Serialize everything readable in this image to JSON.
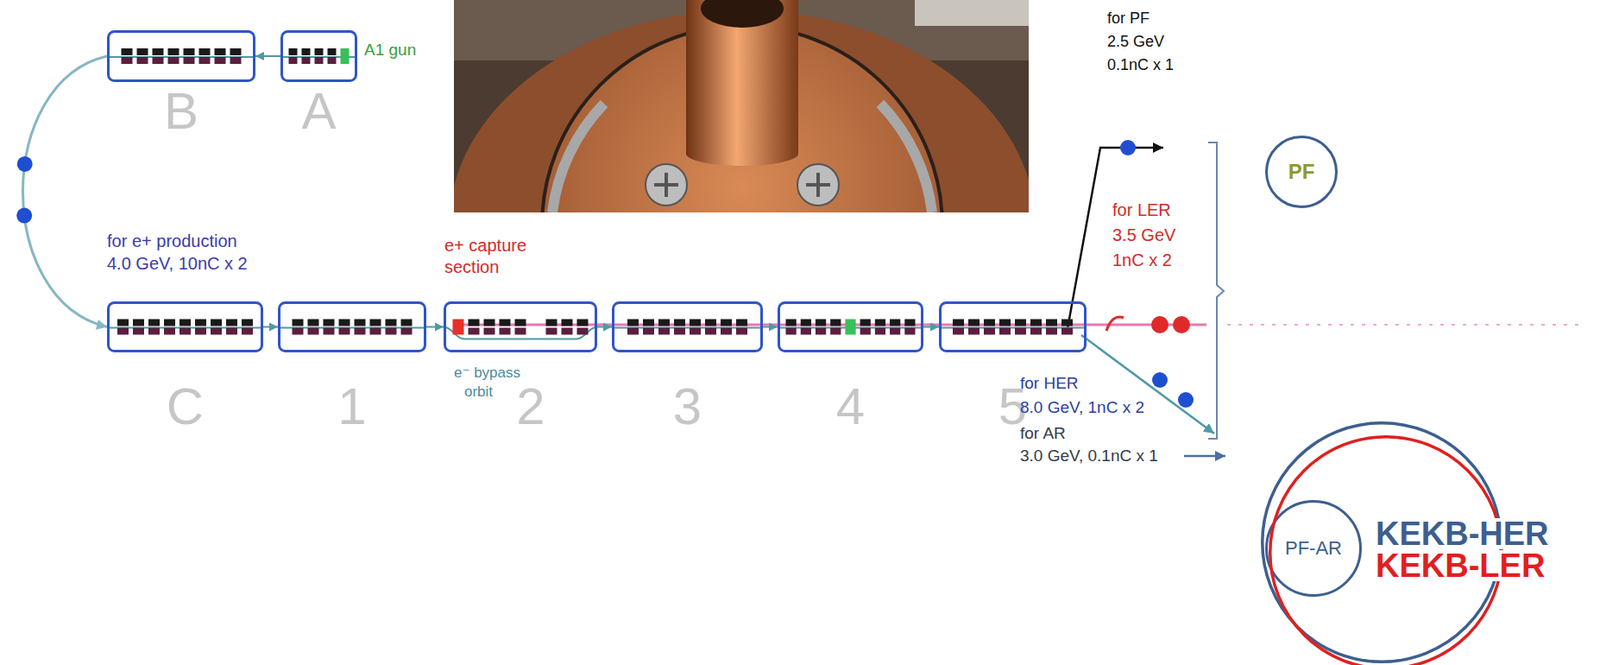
{
  "diagram": {
    "nodes": [
      {
        "text": [
          "B"
        ]
      },
      {
        "text": [
          "A"
        ]
      },
      {
        "text": [
          "C"
        ]
      },
      {
        "text": [
          "1"
        ]
      },
      {
        "text": [
          "2"
        ]
      },
      {
        "text": [
          "3"
        ]
      },
      {
        "text": [
          "4"
        ]
      },
      {
        "text": [
          "5"
        ]
      },
      {
        "text": [
          "PF"
        ]
      },
      {
        "text": [
          "KEKB-HER"
        ]
      },
      {
        "text": [
          "PF-AR"
        ],
        "in": 9
      },
      {
        "text": [
          "KEKB-LER"
        ]
      }
    ],
    "edges": [
      {
        "from": 1,
        "to": 0,
        "arrow": "to"
      },
      {
        "from": 0,
        "to": 2,
        "arrow": "to"
      },
      {
        "from": 2,
        "to": 3,
        "arrow": "to"
      },
      {
        "from": 3,
        "to": 4,
        "arrow": "to"
      },
      {
        "from": 4,
        "to": 5,
        "arrow": "to"
      },
      {
        "from": 5,
        "to": 6,
        "arrow": "to"
      },
      {
        "from": 6,
        "to": 7,
        "arrow": "to"
      }
    ],
    "labels": [
      "A1 gun",
      "for e+ production",
      "4.0 GeV, 10nC x 2",
      "e+ capture",
      "section",
      "e⁻ bypass",
      "orbit",
      "for PF",
      "2.5 GeV",
      "0.1nC x 1",
      "for LER",
      "3.5 GeV",
      "1nC x 2",
      "for HER",
      "8.0 GeV, 1nC x 2",
      "for AR",
      "3.0 GeV, 0.1nC x 1"
    ]
  }
}
